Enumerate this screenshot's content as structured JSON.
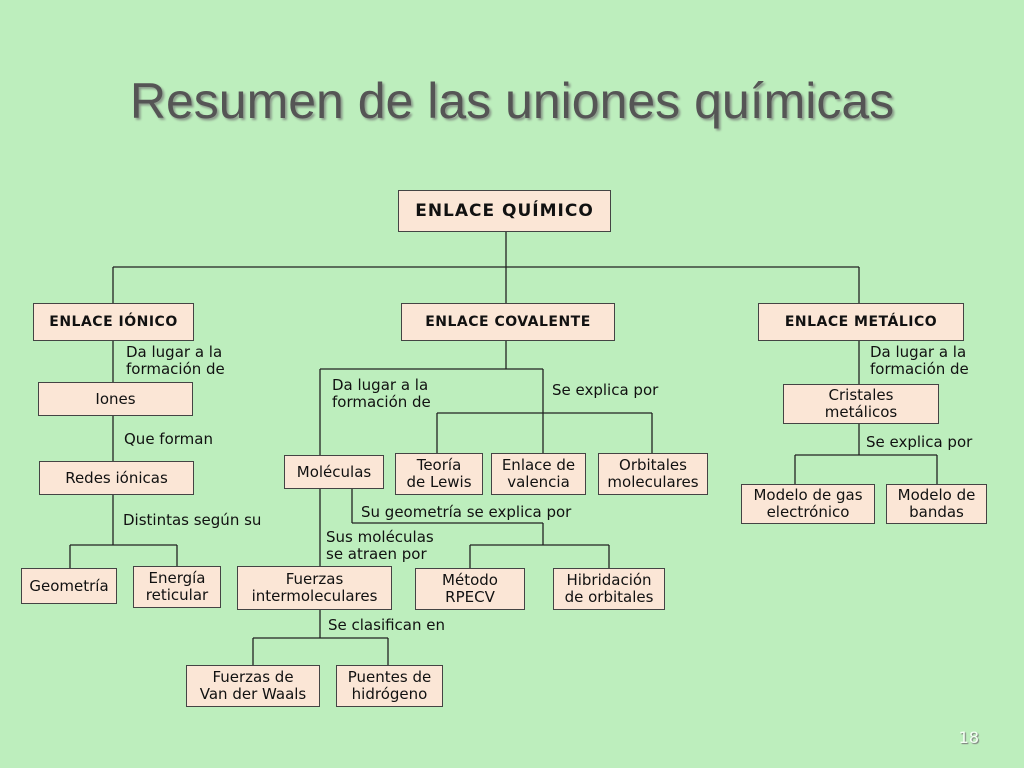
{
  "title": "Resumen de las uniones químicas",
  "page_number": "18",
  "nodes": {
    "enlace_quimico": "ENLACE QUÍMICO",
    "enlace_ionico": "ENLACE IÓNICO",
    "enlace_covalente": "ENLACE COVALENTE",
    "enlace_metalico": "ENLACE METÁLICO",
    "iones": "Iones",
    "redes_ionicas": "Redes iónicas",
    "geometria": "Geometría",
    "energia_reticular": "Energía\nreticular",
    "moleculas": "Moléculas",
    "teoria_lewis": "Teoría\nde Lewis",
    "enlace_valencia": "Enlace de\nvalencia",
    "orbitales_moleculares": "Orbitales\nmoleculares",
    "fuerzas_intermoleculares": "Fuerzas\nintermoleculares",
    "metodo_rpecv": "Método\nRPECV",
    "hibridacion_orbitales": "Hibridación\nde orbitales",
    "fuerzas_van_der_waals": "Fuerzas de\nVan der Waals",
    "puentes_hidrogeno": "Puentes de\nhidrógeno",
    "cristales_metalicos": "Cristales\nmetálicos",
    "modelo_gas_electronico": "Modelo de gas\nelectrónico",
    "modelo_bandas": "Modelo de\nbandas"
  },
  "labels": {
    "ionico_da_lugar": "Da lugar a la\nformación de",
    "que_forman": "Que forman",
    "distintas_segun": "Distintas según su",
    "covalente_da_lugar": "Da lugar a la\nformación de",
    "covalente_se_explica": "Se explica por",
    "geometria_se_explica": "Su geometría se explica por",
    "moleculas_se_atraen": "Sus moléculas\nse atraen por",
    "se_clasifican": "Se clasifican en",
    "metalico_da_lugar": "Da lugar a la\nformación de",
    "metalico_se_explica": "Se explica por"
  }
}
